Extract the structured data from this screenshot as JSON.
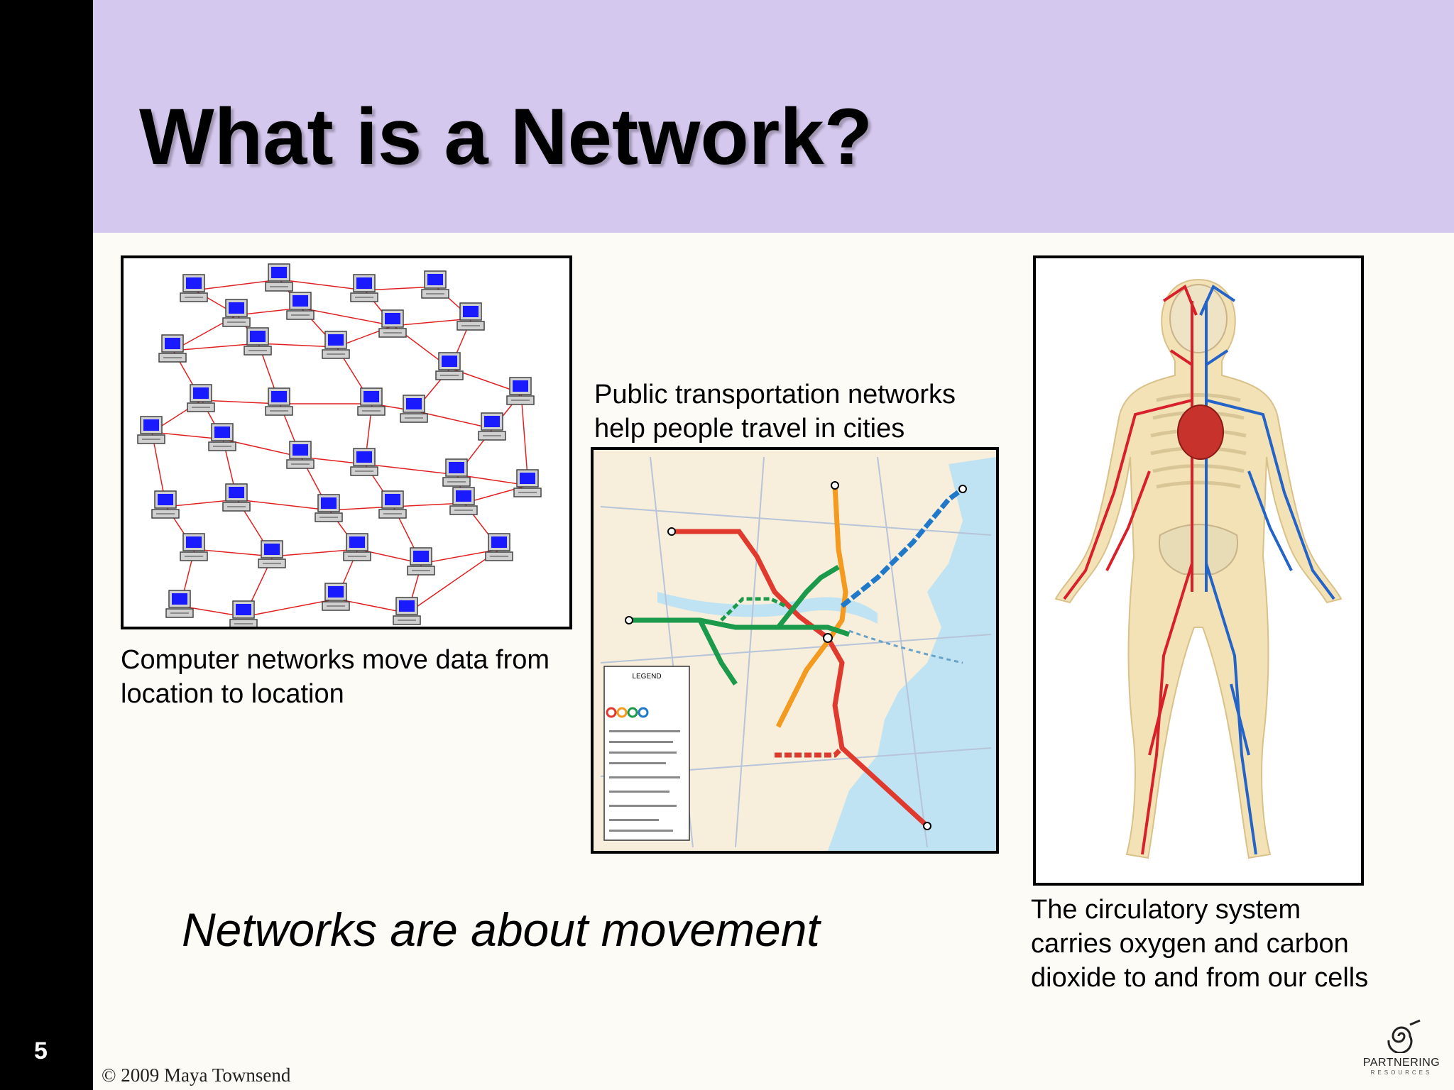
{
  "slide": {
    "number": "5",
    "title": "What is a Network?",
    "tagline": "Networks are about movement",
    "copyright": "© 2009 Maya Townsend"
  },
  "panels": {
    "computer": {
      "caption_line1": "Computer networks move data from",
      "caption_line2": "location to location"
    },
    "transit": {
      "caption_line1": "Public transportation networks",
      "caption_line2": "help people travel in cities",
      "legend_title": "LEGEND"
    },
    "circulatory": {
      "caption_line1": "The circulatory system",
      "caption_line2": "carries oxygen and carbon",
      "caption_line3": "dioxide to and from our cells"
    }
  },
  "logo": {
    "name": "PARTNERING",
    "sub": "RESOURCES",
    "icon": "spiral-icon"
  },
  "colors": {
    "header": "#d5c8ee",
    "background": "#fdfbf6",
    "network_link": "#e02020",
    "red_line": "#e03a2f",
    "orange_line": "#f39a1f",
    "green_line": "#1a9a4a",
    "blue_line": "#1f78c8",
    "artery": "#d8202a",
    "vein": "#2463c8"
  }
}
